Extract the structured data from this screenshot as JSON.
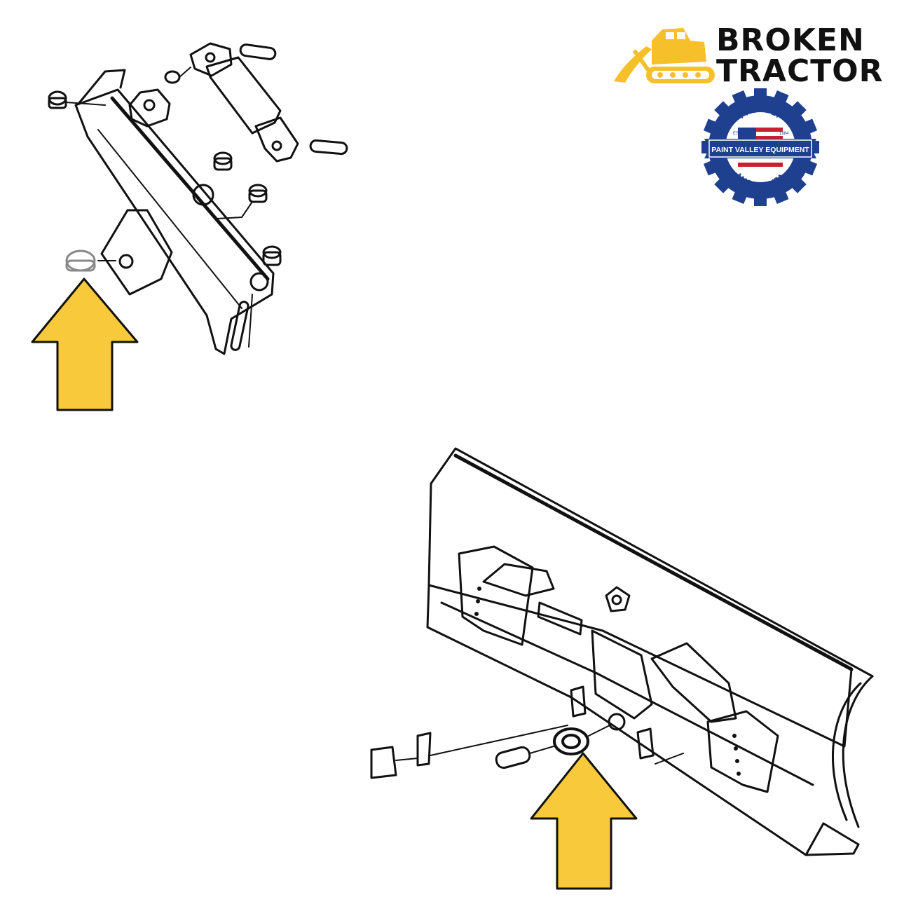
{
  "brand": {
    "name_line_1": "BROKEN",
    "name_line_2": "TRACTOR",
    "logo_icon": "bulldozer-icon",
    "accent_color": "#F5C02A"
  },
  "badge": {
    "top_text": "PROUDLY",
    "est_label": "EST.",
    "year": "1984",
    "banner_text": "PAINT VALLEY EQUIPMENT",
    "bottom_text": "MADE IN USA",
    "ring_color": "#1F3F8F",
    "flag_icon": "us-flag-icon"
  },
  "diagram": {
    "views": [
      {
        "name": "blade-assembly-top-view",
        "arrow_icon": "up-arrow-icon"
      },
      {
        "name": "blade-assembly-front-view",
        "arrow_icon": "up-arrow-icon"
      }
    ],
    "arrow_color": "#F8C93A",
    "line_color": "#111111"
  }
}
